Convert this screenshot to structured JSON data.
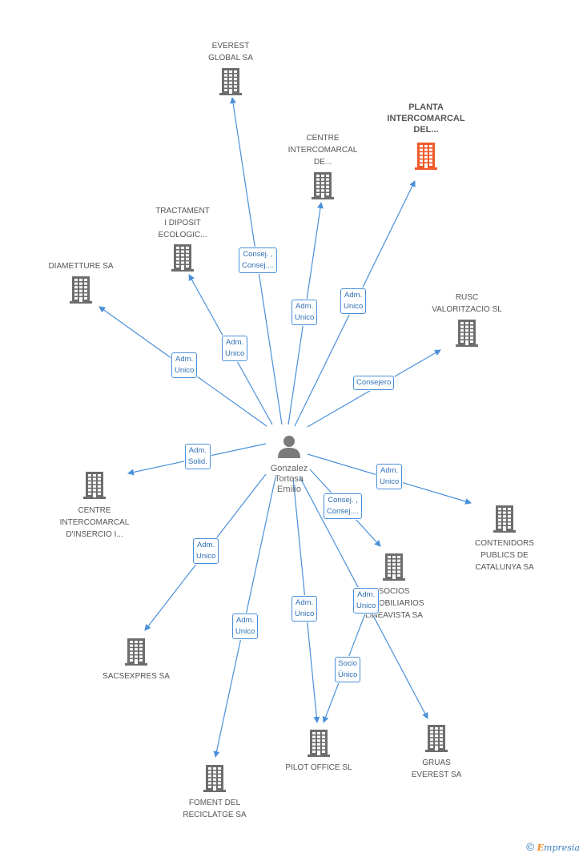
{
  "center_person": {
    "name": "Gonzalez\nTortosa\nEmilio",
    "icon": "person-icon"
  },
  "companies": [
    {
      "id": "everest-global",
      "label": "EVEREST\nGLOBAL SA",
      "highlight": false
    },
    {
      "id": "planta",
      "label": "PLANTA\nINTERCOMARCAL\nDEL...",
      "highlight": true
    },
    {
      "id": "centre-de",
      "label": "CENTRE\nINTERCOMARCAL\nDE...",
      "highlight": false
    },
    {
      "id": "tractament",
      "label": "TRACTAMENT\nI DIPOSIT\nECOLOGIC...",
      "highlight": false
    },
    {
      "id": "diametture",
      "label": "DIAMETTURE SA",
      "highlight": false
    },
    {
      "id": "rusc",
      "label": "RUSC\nVALORITZACIO SL",
      "highlight": false
    },
    {
      "id": "centre-dinsercio",
      "label": "CENTRE\nINTERCOMARCAL\nD'INSERCIO I...",
      "highlight": false
    },
    {
      "id": "contenidors",
      "label": "CONTENIDORS\nPUBLICS DE\nCATALUNYA SA",
      "highlight": false
    },
    {
      "id": "socios",
      "label": "SOCIOS\nINMOBILIARIOS\nLINEAVISTA SA",
      "highlight": false
    },
    {
      "id": "sacsexpres",
      "label": "SACSEXPRES SA",
      "highlight": false
    },
    {
      "id": "pilot",
      "label": "PILOT OFFICE SL",
      "highlight": false
    },
    {
      "id": "gruas",
      "label": "GRUAS\nEVEREST SA",
      "highlight": false
    },
    {
      "id": "foment",
      "label": "FOMENT DEL\nRECICLATGE SA",
      "highlight": false
    }
  ],
  "relations": [
    {
      "to": "everest-global",
      "label": "Consej. ,\nConsej...."
    },
    {
      "to": "centre-de",
      "label": "Adm.\nUnico"
    },
    {
      "to": "planta",
      "label": "Adm.\nUnico"
    },
    {
      "to": "tractament",
      "label": "Adm.\nUnico"
    },
    {
      "to": "diametture",
      "label": "Adm.\nUnico"
    },
    {
      "to": "rusc",
      "label": "Consejero"
    },
    {
      "to": "centre-dinsercio",
      "label": "Adm.\nSolid."
    },
    {
      "to": "contenidors",
      "label": "Adm.\nUnico"
    },
    {
      "to": "socios",
      "label": "Consej. ,\nConsej...."
    },
    {
      "to": "sacsexpres",
      "label": "Adm.\nUnico"
    },
    {
      "to": "foment",
      "label": "Adm.\nUnico"
    },
    {
      "to": "pilot",
      "label": "Adm.\nUnico"
    },
    {
      "to": "gruas",
      "label": "Adm.\nUnico"
    },
    {
      "from": "socios",
      "to": "pilot",
      "label": "Socio\nÚnico"
    }
  ],
  "colors": {
    "edge": "#4a90d9",
    "building": "#6d6d6d",
    "highlight": "#f05a28",
    "label_text": "#2f6fb5"
  },
  "footer": {
    "copyright": "©",
    "brand_first": "E",
    "brand_rest": "mpresia"
  }
}
